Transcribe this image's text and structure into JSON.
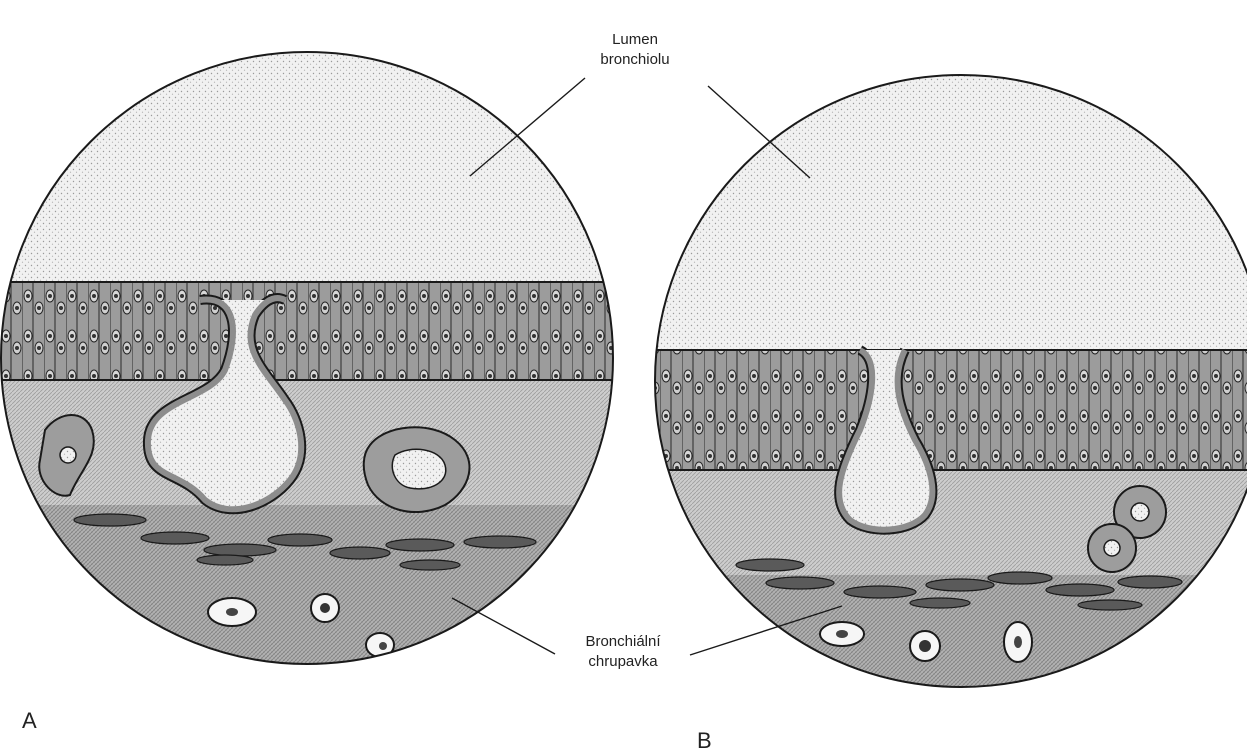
{
  "labels": {
    "lumen": [
      "Lumen",
      "bronchiolu"
    ],
    "cartilage": [
      "Bronchiální",
      "chrupavka"
    ],
    "panel_a": "A",
    "panel_b": "B"
  },
  "colors": {
    "outline": "#1a1a1a",
    "lumen": "#e7e7e7",
    "epithelium": "#8f8f8f",
    "lamina": "#c9c9c9",
    "cartilage": "#a9a9a9",
    "nucleus": "#3b3b3b"
  }
}
